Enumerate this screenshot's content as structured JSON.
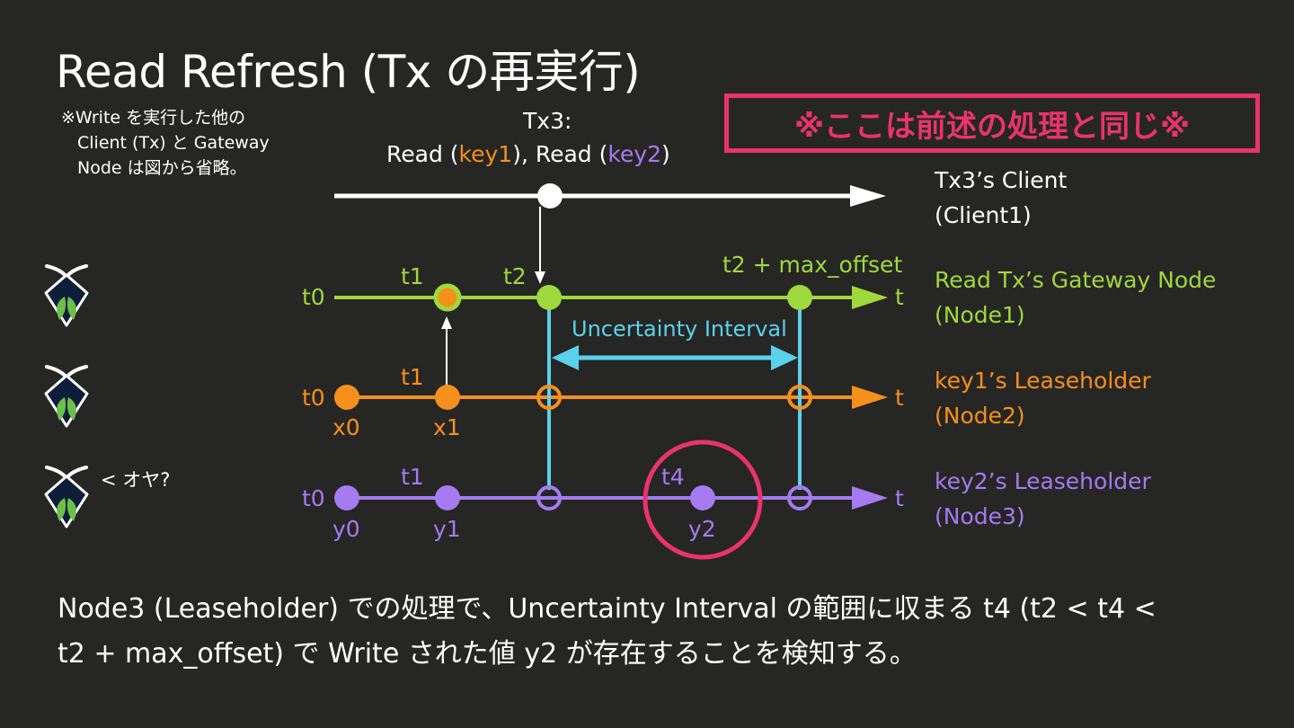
{
  "title": "Read Refresh (Tx の再実行)",
  "note": {
    "line1": "※Write を実行した他の",
    "line2": "Client (Tx) と Gateway",
    "line3": "Node は図から省略。"
  },
  "banner": "※ここは前述の処理と同じ※",
  "tx": {
    "label_top": "Tx3:",
    "read_prefix": "Read (",
    "key1": "key1",
    "read_mid": "), Read (",
    "key2": "key2",
    "read_suffix": ")"
  },
  "rows": {
    "client": {
      "name": "Tx3’s Client",
      "sub": "(Client1)"
    },
    "node1": {
      "name": "Read Tx’s Gateway Node",
      "sub": "(Node1)"
    },
    "node2": {
      "name": "key1’s Leaseholder",
      "sub": "(Node2)"
    },
    "node3": {
      "name": "key2’s Leaseholder",
      "sub": "(Node3)"
    }
  },
  "labels": {
    "t0": "t0",
    "t1": "t1",
    "t2": "t2",
    "t2_max": "t2 + max_offset",
    "t4": "t4",
    "t": "t",
    "x0": "x0",
    "x1": "x1",
    "y0": "y0",
    "y1": "y1",
    "y2": "y2",
    "uncertainty": "Uncertainty Interval"
  },
  "speech": "< オヤ?",
  "bottom": {
    "line1": "Node3 (Leaseholder) での処理で、Uncertainty Interval の範囲に収まる t4 (t2 < t4 <",
    "line2": "t2 + max_offset) で Write された値 y2 が存在することを検知する。"
  },
  "icons": [
    "cockroach-icon",
    "cockroach-icon",
    "cockroach-icon"
  ],
  "colors": {
    "background": "#262624",
    "green": "#9fd83c",
    "orange": "#f5901d",
    "purple": "#a47bf0",
    "cyan": "#5bd2ec",
    "pink": "#e8336e"
  }
}
